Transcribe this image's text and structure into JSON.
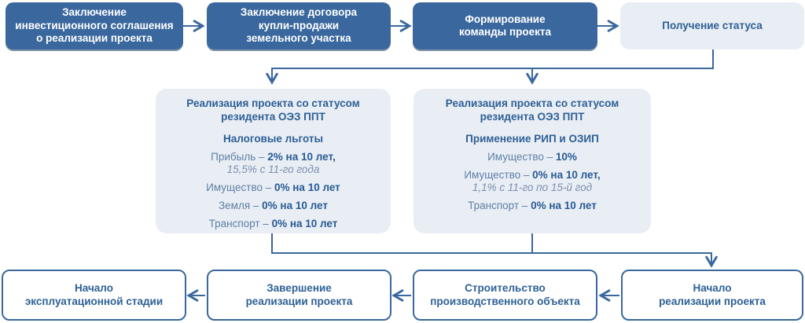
{
  "palette": {
    "dark_box_fill": "#3a689e",
    "light_box_fill": "#e9edf4",
    "primary_text_blue": "#2d6096",
    "value_text_blue": "#275b95",
    "muted_label_blue": "#5f80a7",
    "italic_note_blue": "#7a90b0",
    "connector_line": "#3a689e",
    "background": "#ffffff"
  },
  "top_flow": [
    {
      "lines": [
        "Заключение",
        "инвестиционного соглашения",
        "о реализации проекта"
      ]
    },
    {
      "lines": [
        "Заключение договора",
        "купли-продажи",
        "земельного участка"
      ]
    },
    {
      "lines": [
        "Формирование",
        "команды проекта"
      ]
    },
    {
      "lines": [
        "Получение статуса"
      ]
    }
  ],
  "benefit_boxes": [
    {
      "title_lines": [
        "Реализация проекта со статусом",
        "резидента ОЭЗ ППТ"
      ],
      "subtitle": "Налоговые льготы",
      "items": [
        {
          "label": "Прибыль –",
          "value": "2% на 10 лет,",
          "note": "15,5% с 11-го года"
        },
        {
          "label": "Имущество –",
          "value": "0% на 10 лет"
        },
        {
          "label": "Земля –",
          "value": "0% на 10 лет"
        },
        {
          "label": "Транспорт –",
          "value": "0% на 10 лет"
        }
      ]
    },
    {
      "title_lines": [
        "Реализация проекта со статусом",
        "резидента ОЭЗ ППТ"
      ],
      "subtitle": "Применение РИП и ОЗИП",
      "items": [
        {
          "label": "Имущество –",
          "value": "10%"
        },
        {
          "label": "Имущество –",
          "value": "0% на 10 лет,",
          "note": "1,1% с 11-го по 15-й год"
        },
        {
          "label": "Транспорт –",
          "value": "0% на 10 лет"
        }
      ]
    }
  ],
  "bottom_flow": [
    {
      "lines": [
        "Начало",
        "эксплуатационной стадии"
      ]
    },
    {
      "lines": [
        "Завершение",
        "реализации проекта"
      ]
    },
    {
      "lines": [
        "Строительство",
        "производственного объекта"
      ]
    },
    {
      "lines": [
        "Начало",
        "реализации проекта"
      ]
    }
  ]
}
